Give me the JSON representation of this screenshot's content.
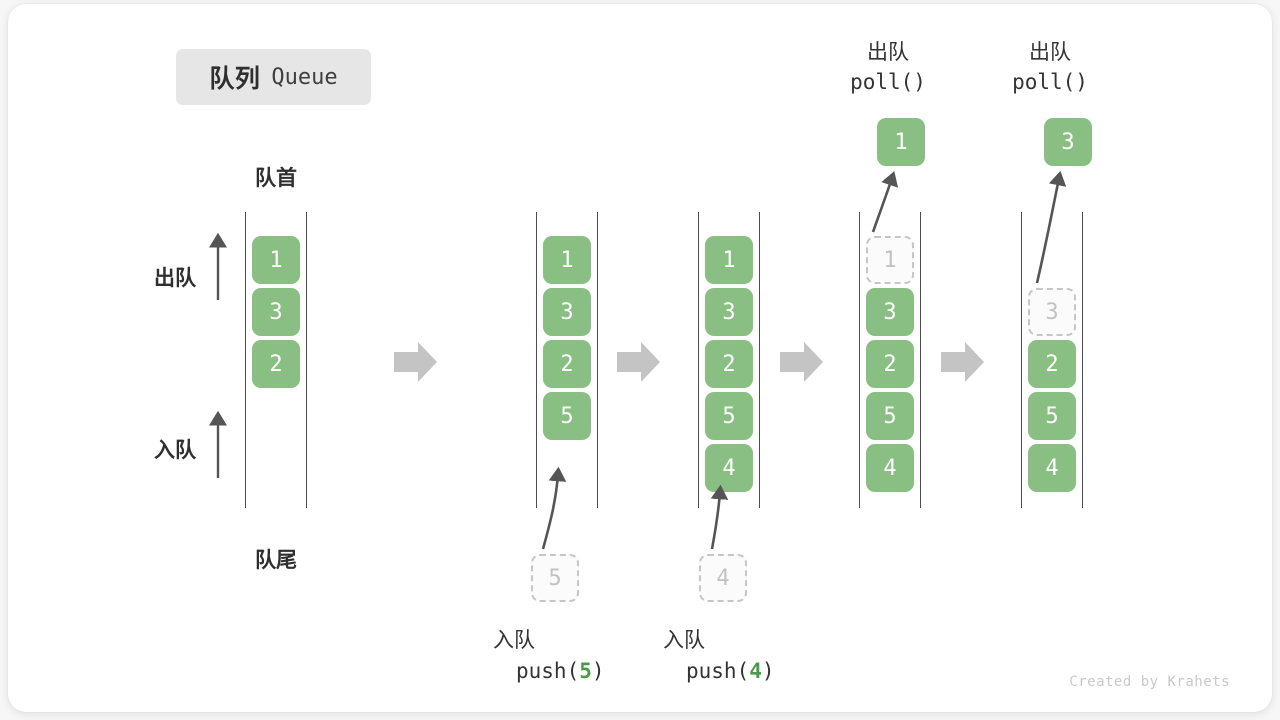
{
  "title": {
    "cn": "队列",
    "en": "Queue"
  },
  "credit": "Created by Krahets",
  "labels": {
    "front": "队首",
    "rear": "队尾",
    "dequeue": "出队",
    "enqueue": "入队"
  },
  "colors": {
    "cell_fill": "#89bf83",
    "cell_text": "#ffffff",
    "ghost_border": "#c6c6c6",
    "ghost_text": "#c2c2c2",
    "rail": "#4d4d4d",
    "arrow": "#555555",
    "step_arrow": "#c4c4c4",
    "accent_arg": "#4f9a4a",
    "badge_bg": "#e6e6e6",
    "card_bg": "#ffffff",
    "page_bg": "#f7f7f7"
  },
  "columns": [
    {
      "id": "initial",
      "caption_cn": "",
      "caption_code": "",
      "cells": [
        {
          "value": "1",
          "state": "filled"
        },
        {
          "value": "3",
          "state": "filled"
        },
        {
          "value": "2",
          "state": "filled"
        }
      ],
      "float_cell": null
    },
    {
      "id": "push-5",
      "caption_cn": "入队",
      "caption_code": "push(5)",
      "caption_arg": "5",
      "cells": [
        {
          "value": "1",
          "state": "filled"
        },
        {
          "value": "3",
          "state": "filled"
        },
        {
          "value": "2",
          "state": "filled"
        },
        {
          "value": "5",
          "state": "filled"
        }
      ],
      "float_cell": {
        "value": "5",
        "state": "ghost",
        "position": "below"
      }
    },
    {
      "id": "push-4",
      "caption_cn": "入队",
      "caption_code": "push(4)",
      "caption_arg": "4",
      "cells": [
        {
          "value": "1",
          "state": "filled"
        },
        {
          "value": "3",
          "state": "filled"
        },
        {
          "value": "2",
          "state": "filled"
        },
        {
          "value": "5",
          "state": "filled"
        },
        {
          "value": "4",
          "state": "filled"
        }
      ],
      "float_cell": {
        "value": "4",
        "state": "ghost",
        "position": "below"
      }
    },
    {
      "id": "poll-1",
      "caption_cn": "出队",
      "caption_code": "poll()",
      "caption_arg": "",
      "cells": [
        {
          "value": "1",
          "state": "ghost"
        },
        {
          "value": "3",
          "state": "filled"
        },
        {
          "value": "2",
          "state": "filled"
        },
        {
          "value": "5",
          "state": "filled"
        },
        {
          "value": "4",
          "state": "filled"
        }
      ],
      "float_cell": {
        "value": "1",
        "state": "filled",
        "position": "above"
      }
    },
    {
      "id": "poll-3",
      "caption_cn": "出队",
      "caption_code": "poll()",
      "caption_arg": "",
      "cells": [
        {
          "value": "",
          "state": "empty"
        },
        {
          "value": "3",
          "state": "ghost"
        },
        {
          "value": "2",
          "state": "filled"
        },
        {
          "value": "5",
          "state": "filled"
        },
        {
          "value": "4",
          "state": "filled"
        }
      ],
      "float_cell": {
        "value": "3",
        "state": "filled",
        "position": "above"
      }
    }
  ],
  "step_arrows": 4
}
